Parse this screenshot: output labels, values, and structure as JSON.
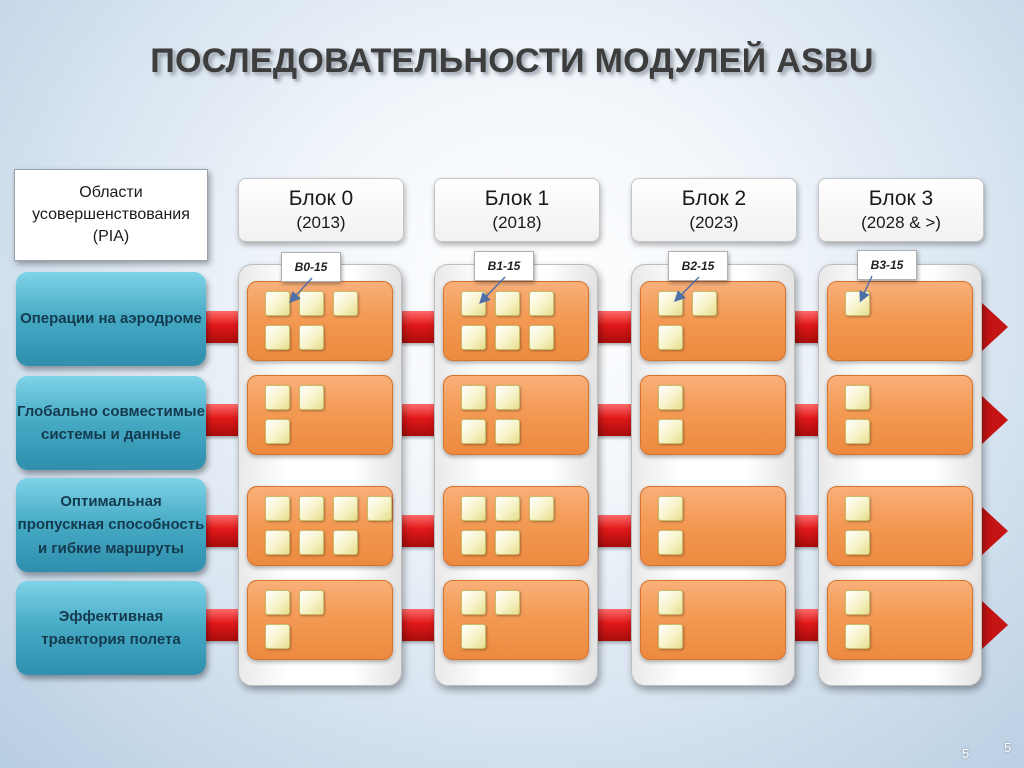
{
  "title": "ПОСЛЕДОВАТЕЛЬНОСТИ МОДУЛЕЙ ASBU",
  "pia_header": "Области усовершенствования (PIA)",
  "blocks": [
    {
      "name": "Блок 0",
      "year": "(2013)",
      "callout": "B0-15"
    },
    {
      "name": "Блок 1",
      "year": "(2018)",
      "callout": "B1-15"
    },
    {
      "name": "Блок 2",
      "year": "(2023)",
      "callout": "B2-15"
    },
    {
      "name": "Блок 3",
      "year": "(2028 & >)",
      "callout": "B3-15"
    }
  ],
  "pia_areas": [
    {
      "label": "Операции на аэродроме",
      "modules": [
        [
          3,
          2
        ],
        [
          3,
          3
        ],
        [
          2,
          1
        ],
        [
          1
        ]
      ]
    },
    {
      "label": "Глобально совместимые системы и данные",
      "modules": [
        [
          2,
          1
        ],
        [
          2,
          2
        ],
        [
          1,
          1
        ],
        [
          1,
          1
        ]
      ]
    },
    {
      "label": "Оптимальная пропускная способность и гибкие маршруты",
      "modules": [
        [
          4,
          3
        ],
        [
          3,
          2
        ],
        [
          1,
          1
        ],
        [
          1,
          1
        ]
      ]
    },
    {
      "label": "Эффективная траектория полета",
      "modules": [
        [
          2,
          1
        ],
        [
          2,
          1
        ],
        [
          1,
          1
        ],
        [
          1,
          1
        ]
      ]
    }
  ],
  "page_number": "5",
  "page_number_corner": "5"
}
